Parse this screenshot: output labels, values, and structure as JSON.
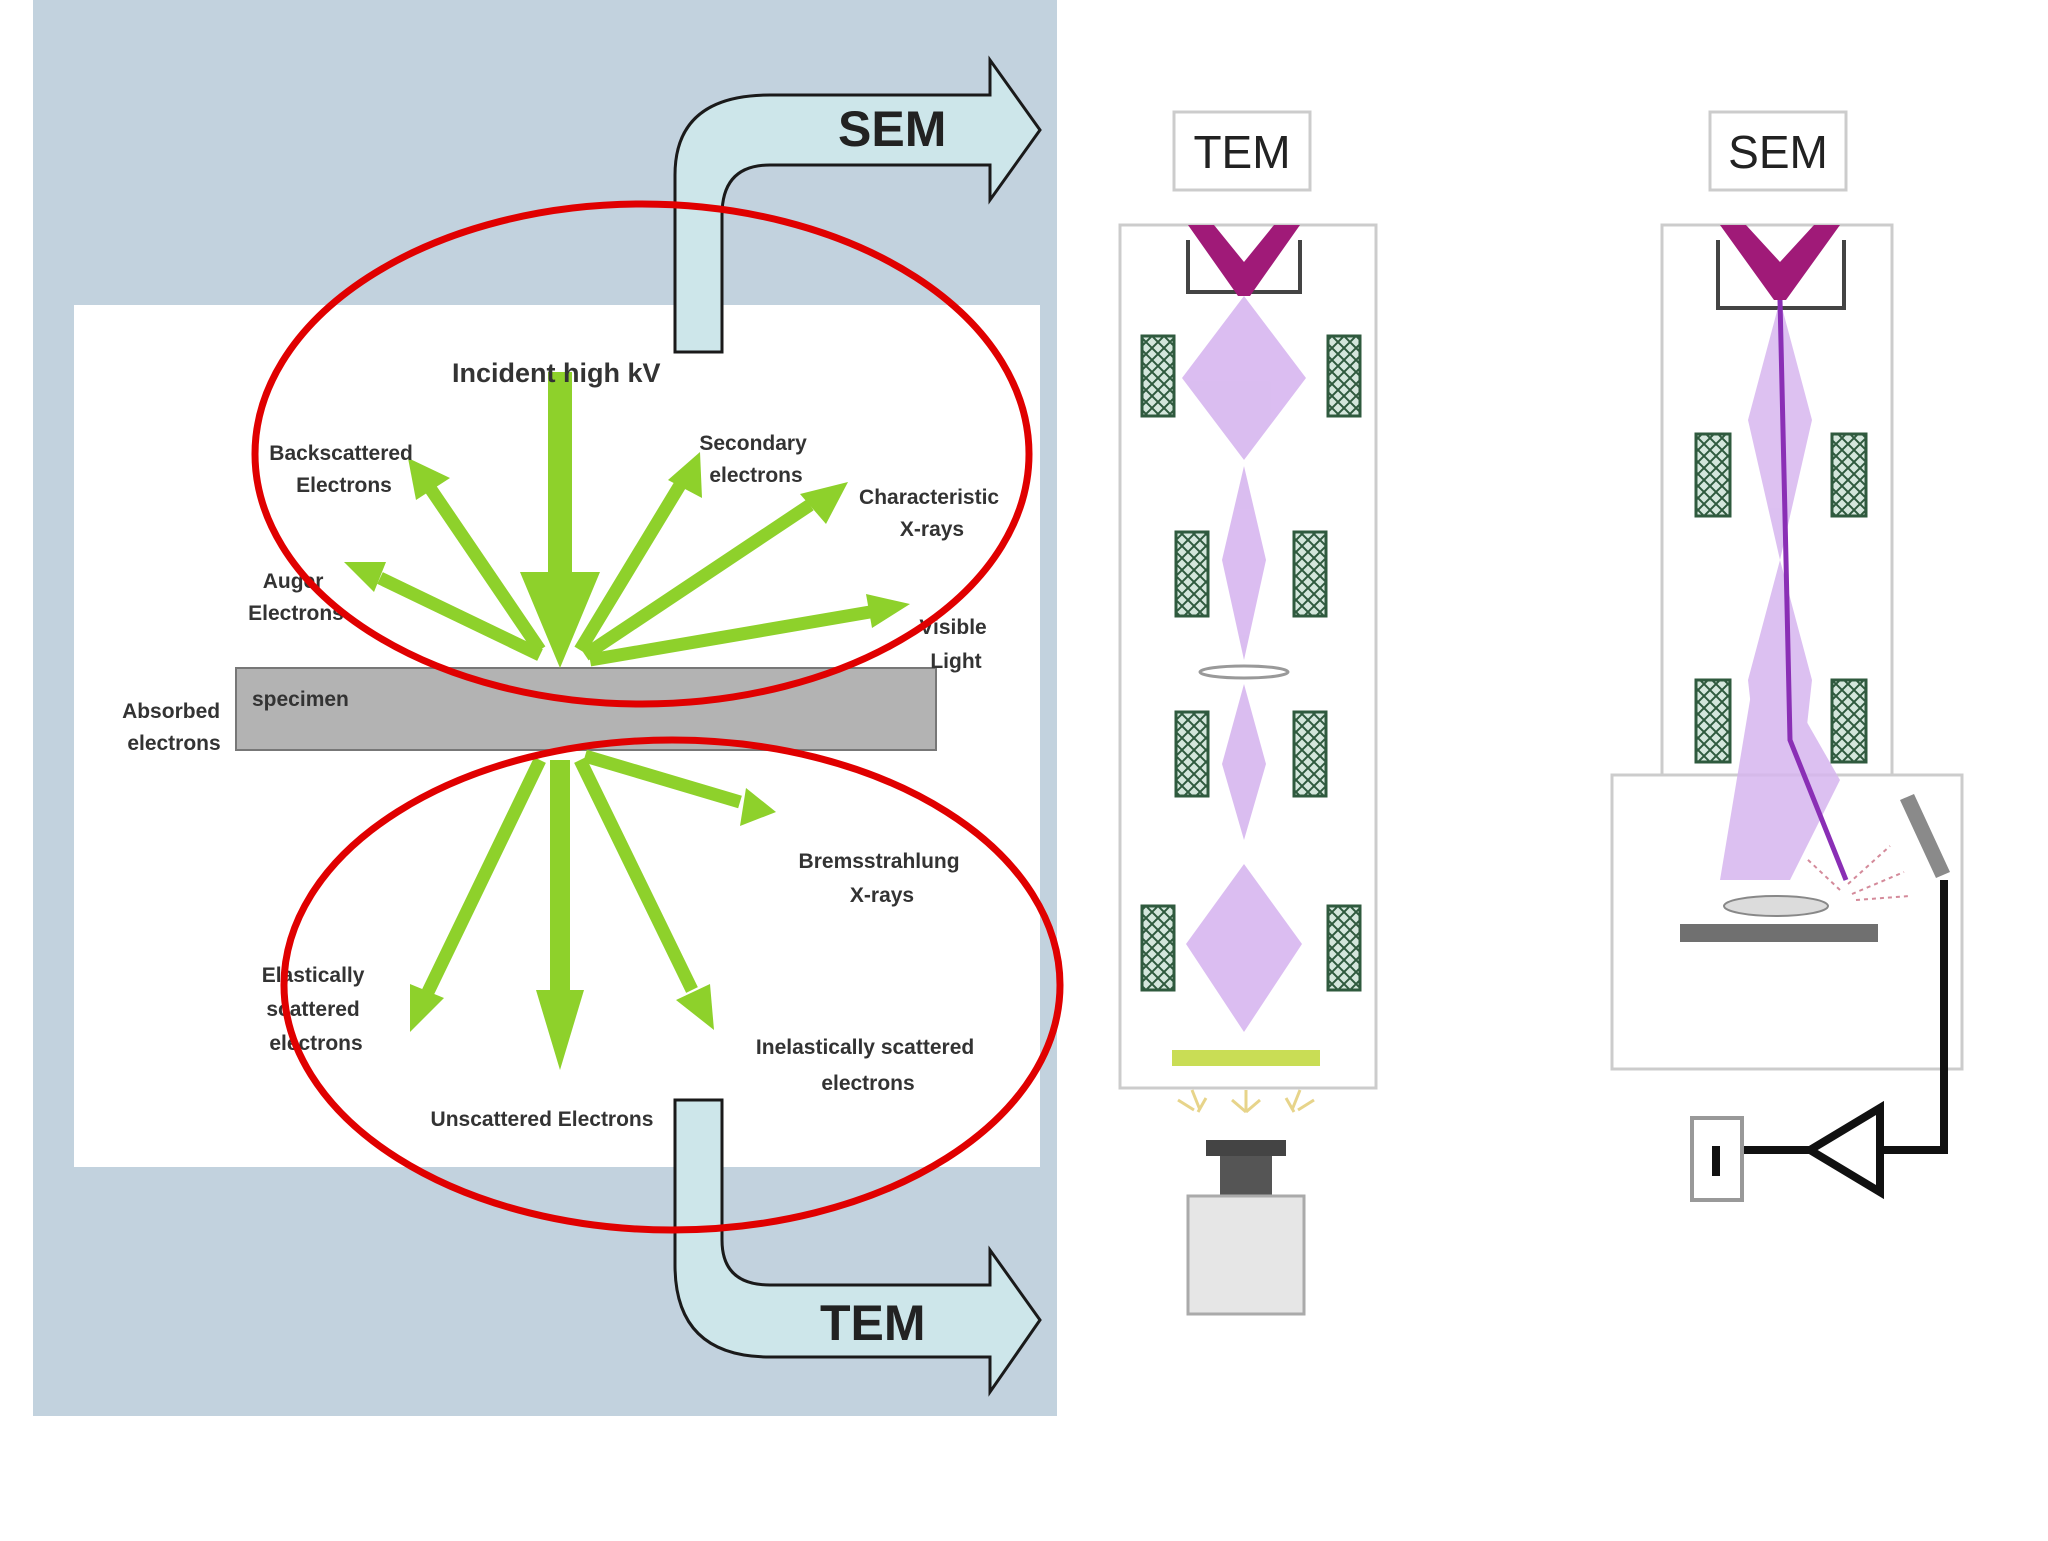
{
  "title": "",
  "colors": {
    "panel_bg": "#c2d2de",
    "arrow_green": "#8ed12b",
    "ellipse_red": "#e00000",
    "beam_lilac": "#d7b6ef",
    "gun_magenta": "#a01a78",
    "beam_purple": "#8a2fb5",
    "bent_arrow_fill": "#cde6ea",
    "specimen_gray": "#b3b3b3"
  },
  "interaction_diagram": {
    "incident": "Incident high kV",
    "specimen": "specimen",
    "top_ellipse_signals": [
      "Backscattered Electrons",
      "Secondary electrons",
      "Characteristic X-rays",
      "Auger Electrons",
      "Visible Light"
    ],
    "absorbed": "Absorbed electrons",
    "bottom_ellipse_signals": [
      "Bremsstrahlung X-rays",
      "Elastically scattered electrons",
      "Unscattered Electrons",
      "Inelastically scattered electrons"
    ],
    "labels": {
      "backscattered": [
        "Backscattered",
        "Electrons"
      ],
      "secondary": [
        "Secondary",
        "electrons"
      ],
      "characteristic": [
        "Characteristic",
        "X-rays"
      ],
      "auger": [
        "Auger",
        "Electrons"
      ],
      "visible": [
        "Visible",
        "Light"
      ],
      "absorbed": [
        "Absorbed",
        "electrons"
      ],
      "bremsstrahlung": [
        "Bremsstrahlung",
        "X-rays"
      ],
      "elastic": [
        "Elastically",
        "scattered",
        "electrons"
      ],
      "unscattered": "Unscattered Electrons",
      "inelastic": [
        "Inelastically scattered",
        "electrons"
      ]
    },
    "sem_arrow": "SEM",
    "tem_arrow": "TEM"
  },
  "columns": {
    "tem_title": "TEM",
    "sem_title": "SEM"
  }
}
